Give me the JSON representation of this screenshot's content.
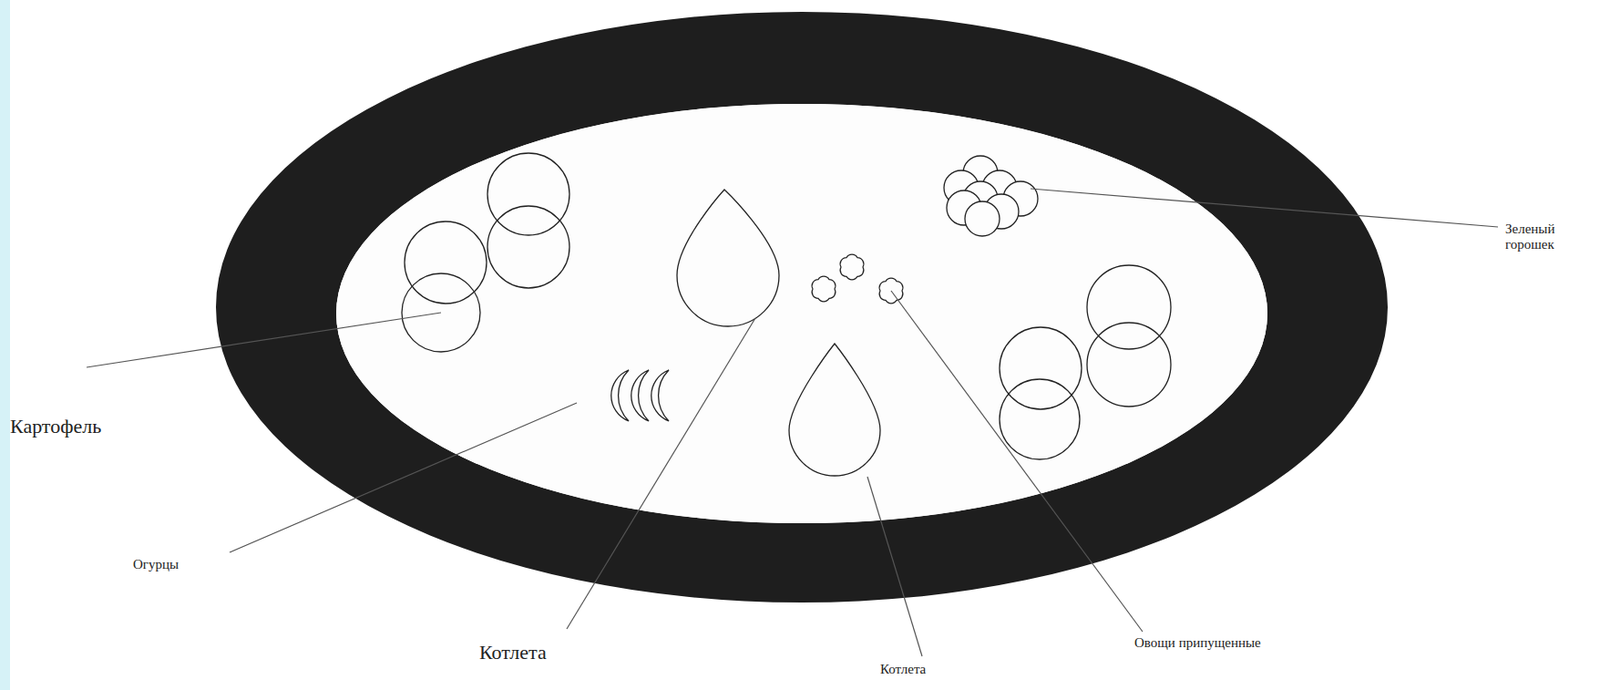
{
  "diagram": {
    "labels": [
      "Зеленый горошек",
      "Картофель",
      "Огурцы",
      "Котлета",
      "Котлета",
      "Овощи припущенные"
    ]
  }
}
